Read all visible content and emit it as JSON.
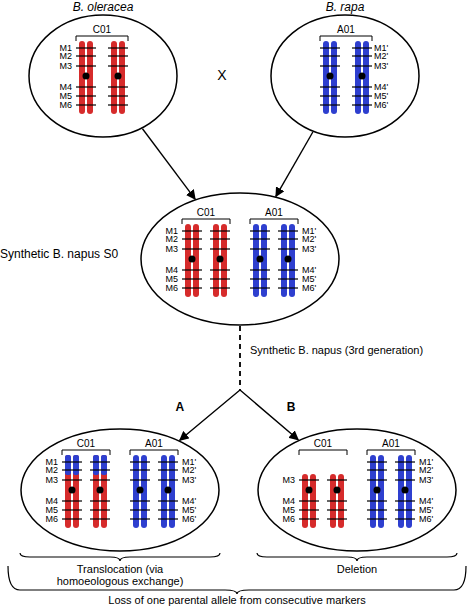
{
  "diagram": {
    "nodes": [
      {
        "text": [
          "B. oleracea",
          "C01",
          "M1",
          "M2",
          "M3",
          "M4",
          "M5",
          "M6"
        ]
      },
      {
        "text": [
          "B. rapa",
          "A01",
          "M1'",
          "M2'",
          "M3'",
          "M4'",
          "M5'",
          "M6'"
        ]
      },
      {
        "text": [
          "Synthetic B. napus S0",
          "C01",
          "A01",
          "M1",
          "M2",
          "M3",
          "M4",
          "M5",
          "M6",
          "M1'",
          "M2'",
          "M3'",
          "M4'",
          "M5'",
          "M6'"
        ]
      },
      {
        "text": [
          "C01",
          "A01",
          "M1",
          "M2",
          "M3",
          "M4",
          "M5",
          "M6",
          "M1'",
          "M2'",
          "M3'",
          "M4'",
          "M5'",
          "M6'"
        ]
      },
      {
        "text": [
          "C01",
          "A01",
          "M3",
          "M4",
          "M5",
          "M6",
          "M1'",
          "M2'",
          "M3'",
          "M4'",
          "M5'",
          "M6'"
        ]
      }
    ],
    "edges": [
      {
        "from": 0,
        "to": 2,
        "arrow": "to"
      },
      {
        "from": 1,
        "to": 2,
        "arrow": "to"
      },
      {
        "from": 2,
        "to": 3,
        "label": "A",
        "arrow": "to"
      },
      {
        "from": 2,
        "to": 4,
        "label": "B",
        "arrow": "to"
      }
    ],
    "labels": [
      "X",
      "Synthetic B. napus (3rd generation)",
      "Translocation (via homoeologous exchange)",
      "Deletion",
      "Loss of one parental allele from consecutive markers"
    ]
  }
}
